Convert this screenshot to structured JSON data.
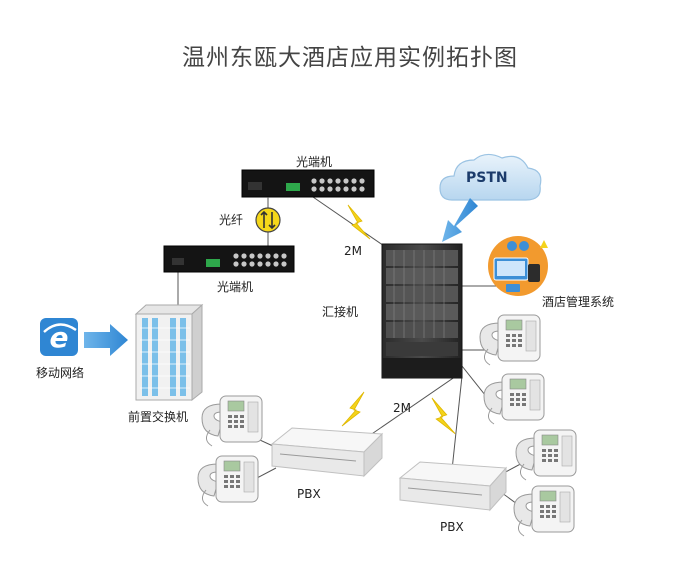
{
  "title": "温州东瓯大酒店应用实例拓扑图",
  "labels": {
    "optical_top": "光端机",
    "optical_bottom": "光端机",
    "fiber": "光纤",
    "pstn": "PSTN",
    "link_top": "2M",
    "switch": "汇接机",
    "hotel_system": "酒店管理系统",
    "mobile": "移动网络",
    "front_switch": "前置交换机",
    "link_bottom": "2M",
    "pbx_left": "PBX",
    "pbx_right": "PBX"
  },
  "colors": {
    "accent_blue": "#3d8fd6",
    "lightning": "#f4d31b",
    "orange": "#f29a2e"
  }
}
